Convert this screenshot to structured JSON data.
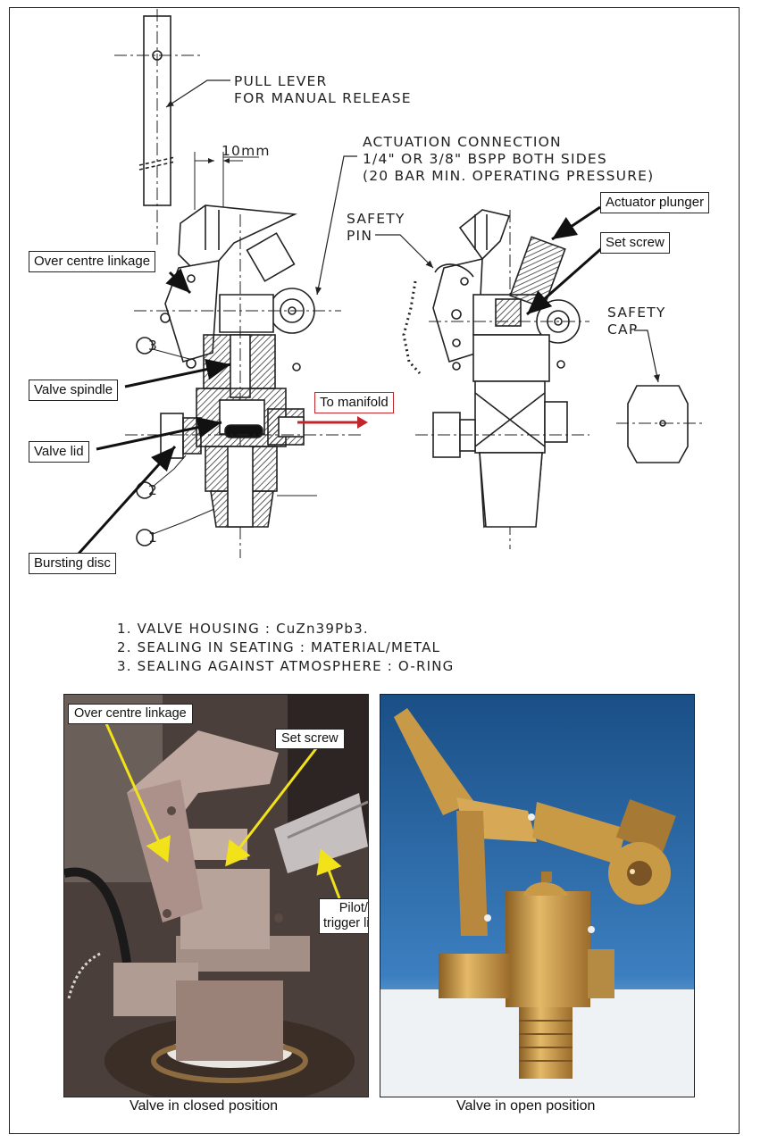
{
  "drawing": {
    "pull_lever": [
      "PULL LEVER",
      "FOR MANUAL RELEASE"
    ],
    "dimension": "10mm",
    "actuation": [
      "ACTUATION CONNECTION",
      "1/4\" OR 3/8\" BSPP BOTH SIDES",
      "(20 BAR MIN. OPERATING PRESSURE)"
    ],
    "safety_pin": [
      "SAFETY",
      "PIN"
    ],
    "safety_cap": [
      "SAFETY",
      "CAP"
    ],
    "part_numbers": [
      "1",
      "2",
      "3"
    ]
  },
  "callouts": {
    "over_centre_linkage": "Over centre linkage",
    "valve_spindle": "Valve spindle",
    "valve_lid": "Valve lid",
    "bursting_disc": "Bursting disc",
    "to_manifold": "To manifold",
    "actuator_plunger": "Actuator plunger",
    "set_screw": "Set screw"
  },
  "notes": [
    "1. VALVE HOUSING : CuZn39Pb3.",
    "2. SEALING IN SEATING : MATERIAL/METAL",
    "3. SEALING AGAINST ATMOSPHERE : O-RING"
  ],
  "photos": {
    "left": {
      "caption": "Valve in closed position",
      "labels": {
        "over_centre_linkage": "Over centre linkage",
        "set_screw": "Set screw",
        "pilot_line": [
          "Pilot/",
          "trigger line"
        ]
      }
    },
    "right": {
      "caption": "Valve in open position"
    }
  },
  "colors": {
    "line": "#222222",
    "red_arrow": "#c0262c",
    "yellow_arrow": "#f2e21a",
    "photo_left_bg": "#4a3f3b",
    "photo_right_bg": "#1f5a94",
    "brass": "#c99a45"
  }
}
